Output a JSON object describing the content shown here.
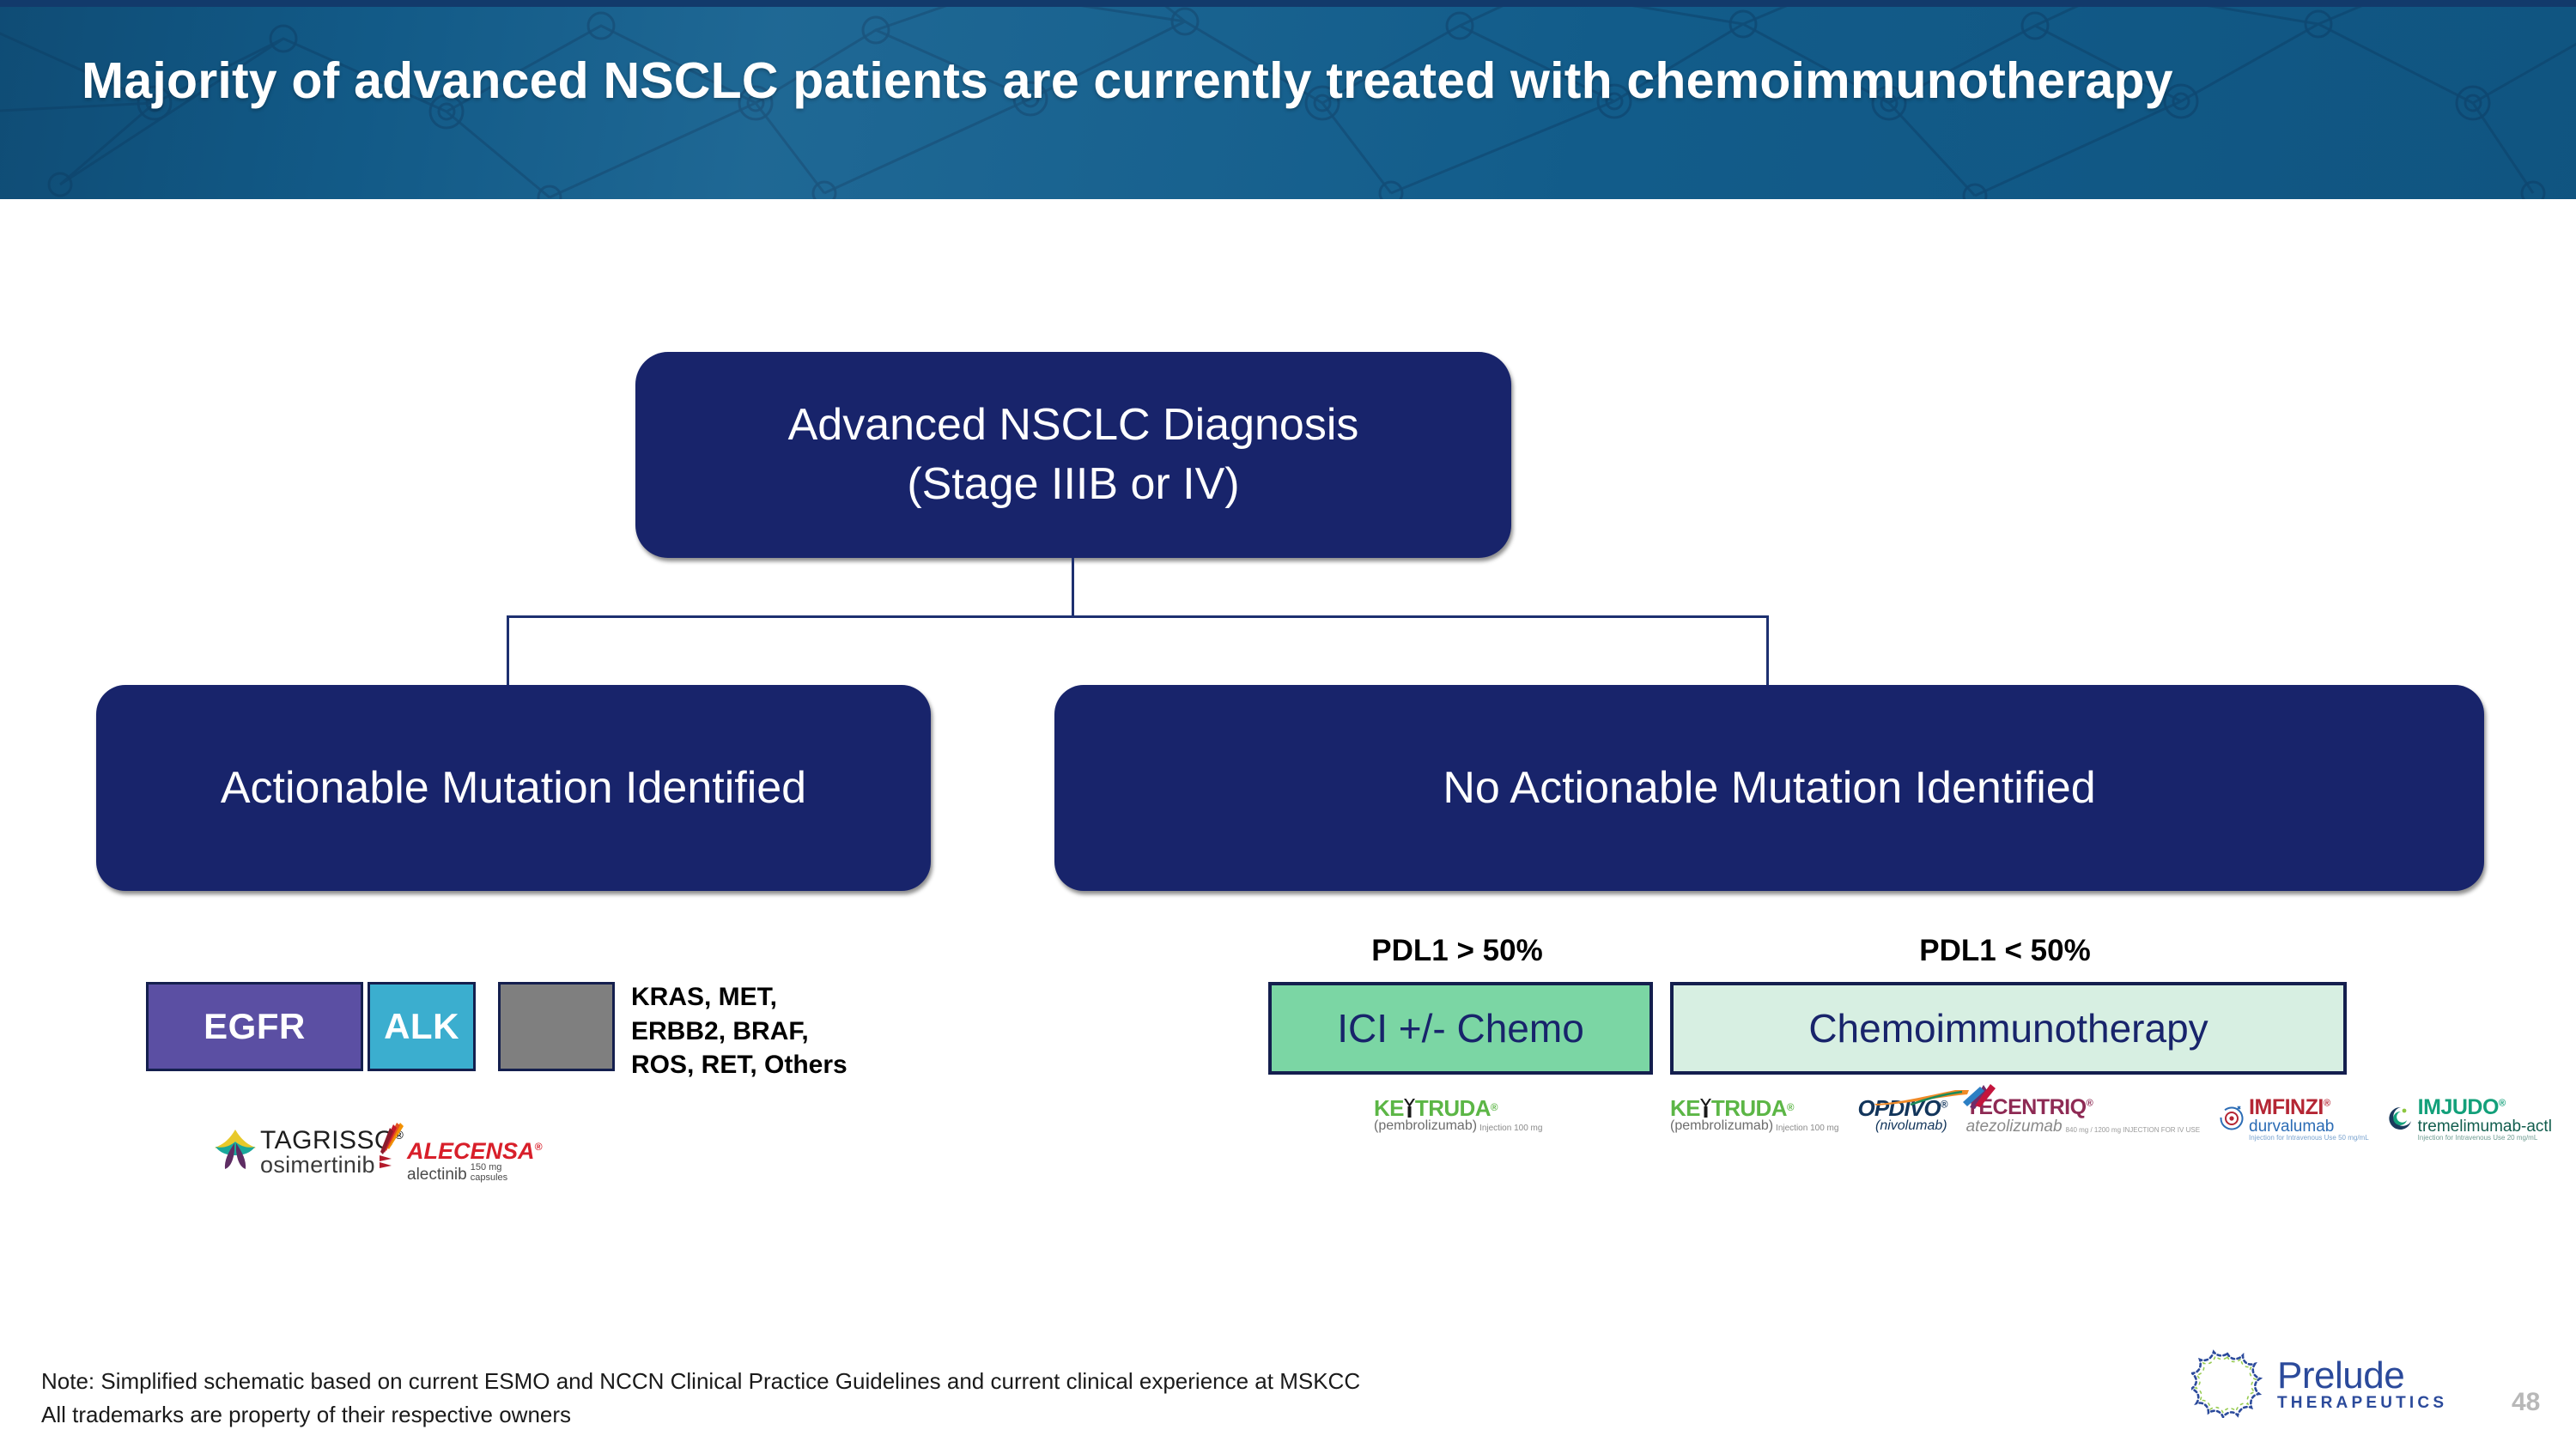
{
  "header": {
    "title": "Majority of advanced NSCLC patients are currently treated with chemoimmunotherapy",
    "background_color": "#13608F",
    "text_color": "#FFFFFF"
  },
  "flow": {
    "root": {
      "line1": "Advanced NSCLC Diagnosis",
      "line2": "(Stage IIIB or IV)",
      "color": "#18246B"
    },
    "branches": [
      {
        "label": "Actionable Mutation Identified",
        "color": "#18246B"
      },
      {
        "label": "No Actionable Mutation Identified",
        "color": "#18246B"
      }
    ]
  },
  "actionable": {
    "genes": [
      {
        "label": "EGFR",
        "color": "#5B4FA3"
      },
      {
        "label": "ALK",
        "color": "#3BAECF"
      },
      {
        "label": "",
        "color": "#7F7F7F"
      }
    ],
    "other_genes": "KRAS, MET, ERBB2, BRAF, ROS,  RET, Others",
    "other_genes_lines": [
      "KRAS, MET,",
      "ERBB2, BRAF,",
      "ROS,  RET, Others"
    ],
    "drugs": [
      {
        "brand": "TAGRISSO",
        "generic": "osimertinib",
        "registered": true,
        "color": "#1D1D1D"
      },
      {
        "brand": "ALECENSA",
        "generic": "alectinib",
        "dose": "150 mg capsules",
        "registered": true,
        "color": "#D81F2A"
      }
    ]
  },
  "no_actionable": {
    "groups": [
      {
        "pdl1_label": "PDL1 > 50%",
        "treatment": "ICI +/- Chemo",
        "box_color": "#7BD6A4",
        "drugs": [
          {
            "brand": "KEYTRUDA",
            "generic": "(pembrolizumab)",
            "detail": "Injection 100 mg",
            "registered": true,
            "color": "#5CB646"
          }
        ]
      },
      {
        "pdl1_label": "PDL1 < 50%",
        "treatment": "Chemoimmunotherapy",
        "box_color": "#D7EFE2",
        "drugs": [
          {
            "brand": "KEYTRUDA",
            "generic": "(pembrolizumab)",
            "detail": "Injection 100 mg",
            "registered": true,
            "color": "#5CB646"
          },
          {
            "brand": "OPDIVO",
            "generic": "(nivolumab)",
            "detail": "",
            "registered": true,
            "color": "#12355B"
          },
          {
            "brand": "TECENTRIQ",
            "generic": "atezolizumab",
            "detail": "840 mg / 1200 mg INJECTION FOR IV USE",
            "registered": true,
            "color": "#8E2A54"
          },
          {
            "brand": "IMFINZI",
            "generic": "durvalumab",
            "detail": "Injection for Intravenous Use 50 mg/mL",
            "registered": true,
            "color": "#B42634"
          },
          {
            "brand": "IMJUDO",
            "generic": "tremelimumab-actl",
            "detail": "Injection for Intravenous Use 20 mg/mL",
            "registered": true,
            "color": "#13A07A"
          }
        ]
      }
    ]
  },
  "footer": {
    "note_line1": "Note:  Simplified schematic based on current ESMO and NCCN Clinical Practice Guidelines and current clinical experience at MSKCC",
    "note_line2": "All trademarks are property of their respective owners",
    "brand_name": "Prelude",
    "brand_tagline": "THERAPEUTICS",
    "brand_color": "#2B4A9B",
    "page_number": "48"
  }
}
